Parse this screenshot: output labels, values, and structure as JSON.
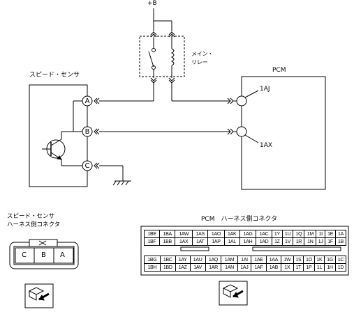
{
  "labels": {
    "power": "+B",
    "relay": "メイン・\nリレー",
    "sensor": "スピード・センサ",
    "pcm": "PCM",
    "pin_1aj": "1AJ",
    "pin_1ax": "1AX",
    "sensor_pin_a": "A",
    "sensor_pin_b": "B",
    "sensor_pin_c": "C",
    "sensor_connector_title": "スピード・センサ\nハーネス側コネクタ",
    "pcm_connector_title": "PCM　ハーネス側コネクタ"
  },
  "sensor_connector_cells": [
    "C",
    "B",
    "A"
  ],
  "pcm_connector": {
    "upper_rows": [
      [
        "1BE",
        "1BA",
        "1AW",
        "1AS",
        "1AO",
        "1AK",
        "1AG",
        "1AC",
        "1Y",
        "1U",
        "1Q",
        "1M",
        "1I",
        "1E",
        "1A"
      ],
      [
        "1BF",
        "1BB",
        "1AX",
        "1AT",
        "1AP",
        "1AL",
        "1AH",
        "1AD",
        "1Z",
        "1V",
        "1R",
        "1N",
        "1J",
        "1F",
        "1B"
      ]
    ],
    "lower_rows": [
      [
        "1BG",
        "1BC",
        "1AY",
        "1AU",
        "1AQ",
        "1AM",
        "1AI",
        "1AE",
        "1AA",
        "1W",
        "1S",
        "1O",
        "1K",
        "1G",
        "1C"
      ],
      [
        "1BH",
        "1BD",
        "1AZ",
        "1AV",
        "1AR",
        "1AN",
        "1AJ",
        "1AF",
        "1AB",
        "1X",
        "1T",
        "1P",
        "1L",
        "1H",
        "1D"
      ]
    ]
  }
}
